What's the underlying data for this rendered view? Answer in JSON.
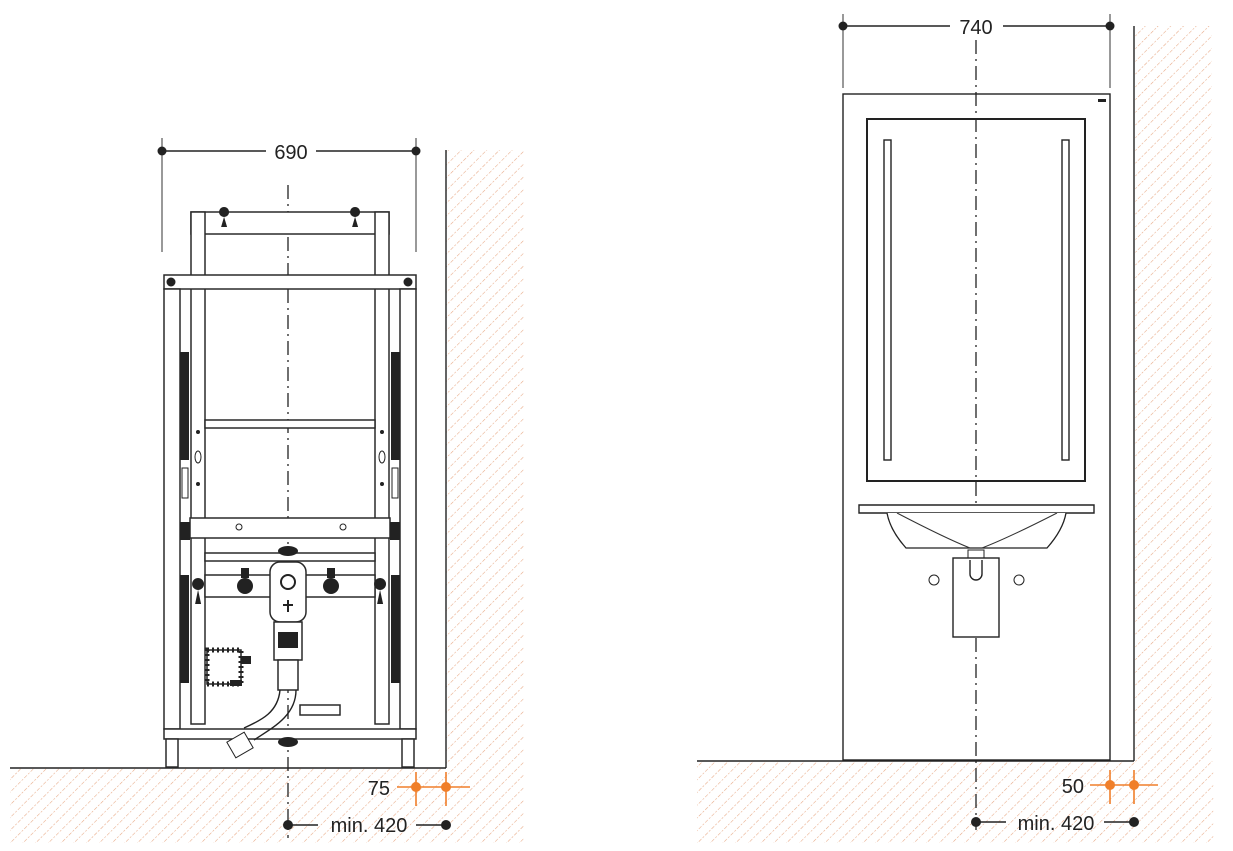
{
  "left_view": {
    "width_dim": "690",
    "offset_dim": "75",
    "min_dim": "min. 420"
  },
  "right_view": {
    "width_dim": "740",
    "offset_dim": "50",
    "min_dim": "min. 420"
  },
  "colors": {
    "line": "#222222",
    "hatch": "#e7a783",
    "marker_orange": "#f07f2a",
    "fill_dark": "#222222"
  }
}
